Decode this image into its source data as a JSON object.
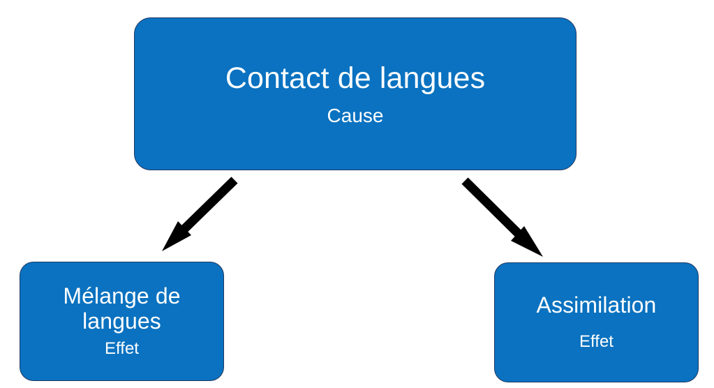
{
  "diagram": {
    "type": "cause-effect-flowchart",
    "background_color": "#ffffff",
    "node_fill_color": "#0a72c0",
    "node_border_color": "#1f3864",
    "node_text_color": "#ffffff",
    "connector_color": "#000000",
    "nodes": {
      "cause": {
        "title": "Contact de langues",
        "subtitle": "Cause"
      },
      "effect_left": {
        "title": "Mélange de\nlangues",
        "subtitle": "Effet"
      },
      "effect_right": {
        "title": "Assimilation",
        "subtitle": "Effet"
      }
    },
    "connectors": [
      {
        "name": "arrow-cause-to-melange",
        "from": "cause",
        "to": "effect_left",
        "direction": "down-left"
      },
      {
        "name": "arrow-cause-to-assimilation",
        "from": "cause",
        "to": "effect_right",
        "direction": "down-right"
      }
    ]
  }
}
